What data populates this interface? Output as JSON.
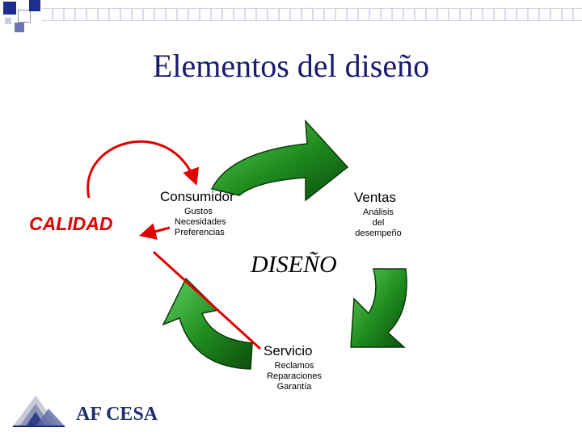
{
  "slide": {
    "title": "Elementos del diseño"
  },
  "diagram": {
    "center_label": "DISEÑO",
    "quality_label": "CALIDAD",
    "nodes": [
      {
        "id": "consumidor",
        "title": "Consumidor",
        "items": [
          "Gustos",
          "Necesidades",
          "Preferencias"
        ]
      },
      {
        "id": "ventas",
        "title": "Ventas",
        "items": [
          "Análisis",
          "del",
          "desempeño"
        ]
      },
      {
        "id": "servicio",
        "title": "Servicio",
        "items": [
          "Reclamos",
          "Reparaciones",
          "Garantía"
        ]
      }
    ]
  },
  "logo": {
    "text": "AF CESA"
  },
  "colors": {
    "title": "#1a1a6e",
    "arrow_green": "#1e8a1e",
    "quality_red": "#e00000",
    "corner_blue": "#1c2e8e"
  }
}
